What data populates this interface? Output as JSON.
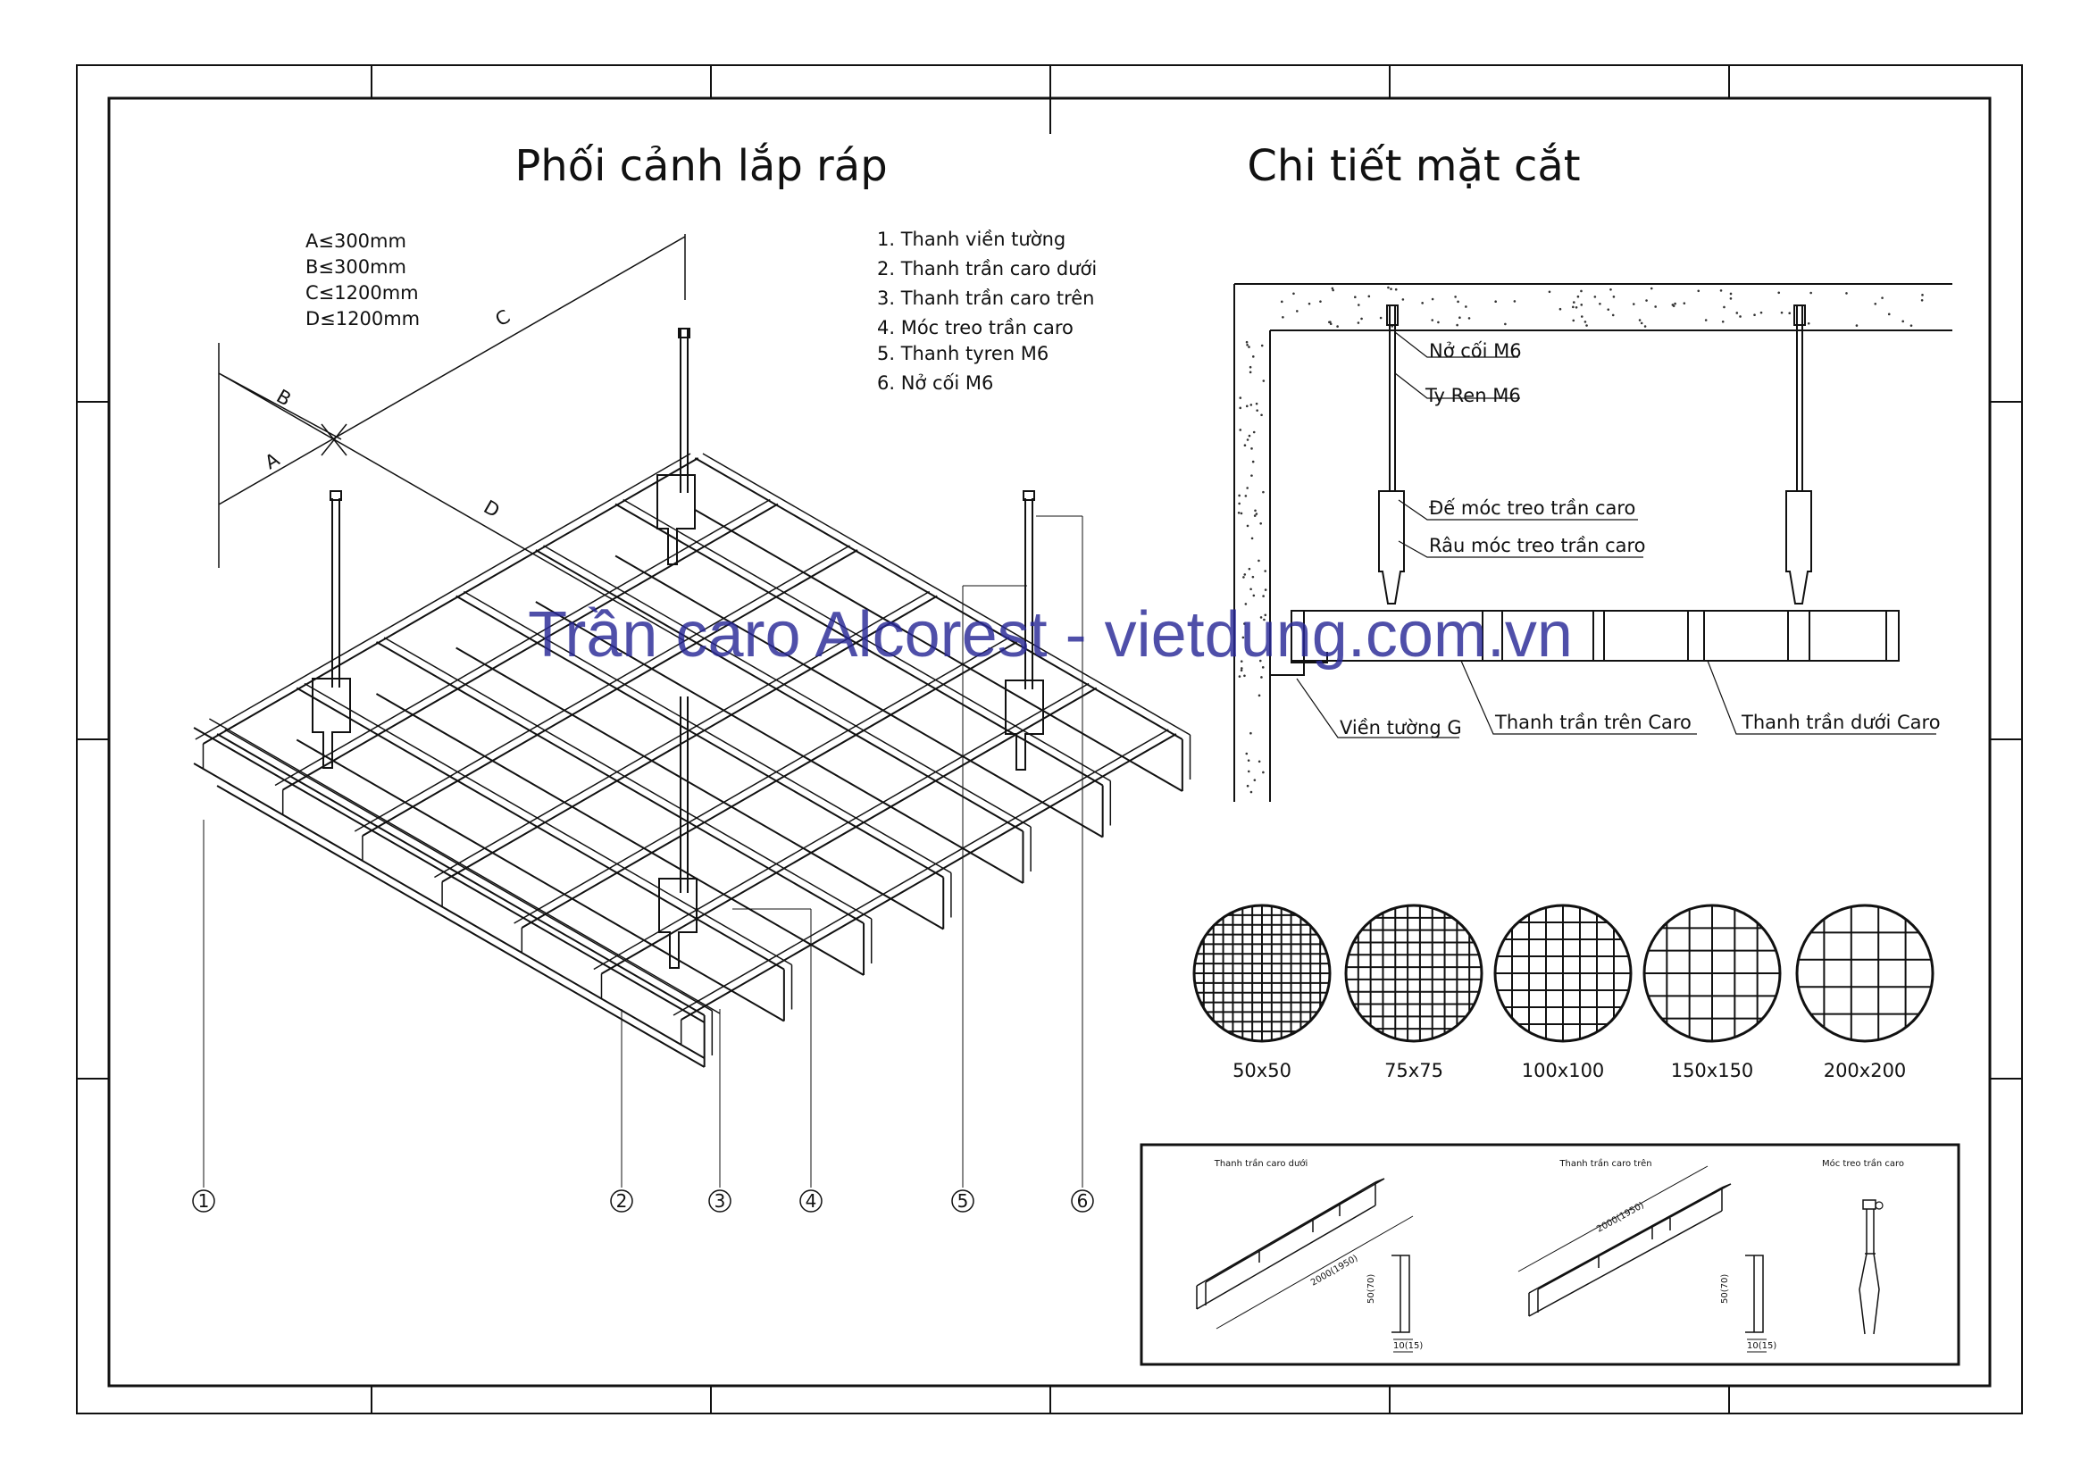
{
  "titles": {
    "left": "Phối cảnh lắp ráp",
    "right": "Chi tiết mặt cắt"
  },
  "dimensions": {
    "a": "A≤300mm",
    "b": "B≤300mm",
    "c": "C≤1200mm",
    "d": "D≤1200mm",
    "letter_a": "A",
    "letter_b": "B",
    "letter_c": "C",
    "letter_d": "D"
  },
  "legend": [
    "1. Thanh viền tường",
    "2. Thanh trần caro dưới",
    "3. Thanh trần caro trên",
    "4. Móc treo trần caro",
    "5. Thanh tyren M6",
    "6. Nở cối M6"
  ],
  "callouts": [
    "1",
    "2",
    "3",
    "4",
    "5",
    "6"
  ],
  "section_labels": {
    "anchor": "Nở cối M6",
    "rod": "Ty Ren M6",
    "hanger_base": "Đế móc treo trần caro",
    "hanger_whisker": "Râu móc treo trần caro",
    "wall_trim": "Viền tường G",
    "upper_bar": "Thanh trần trên Caro",
    "lower_bar": "Thanh trần dưới Caro"
  },
  "grid_sizes": [
    "50x50",
    "75x75",
    "100x100",
    "150x150",
    "200x200"
  ],
  "details": {
    "lower_title": "Thanh trần caro dưới",
    "upper_title": "Thanh trần caro trên",
    "hanger_title": "Móc treo trần caro",
    "length": "2000(1950)",
    "height": "50(70)",
    "width": "10(15)"
  },
  "watermark": "Trần caro Alcorest - vietdung.com.vn"
}
